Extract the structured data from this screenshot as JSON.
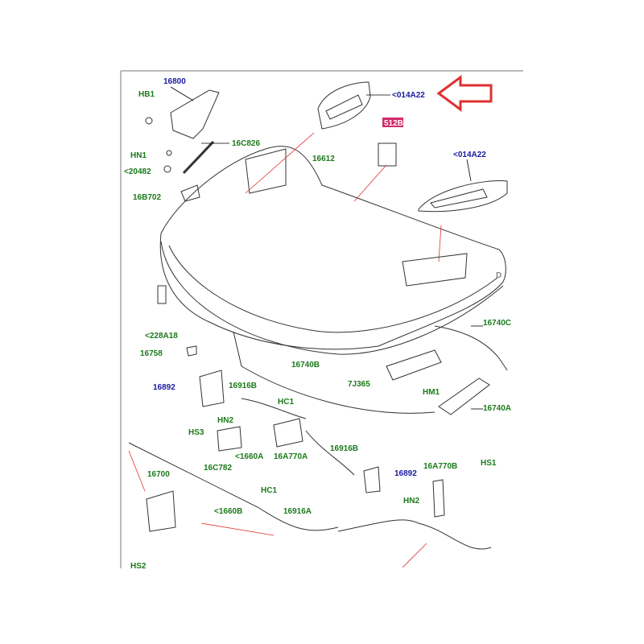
{
  "colors": {
    "blue_label": "#1a1aa0",
    "green_label": "#1b7a1b",
    "arrow": "#e03030",
    "highlight": "#d02a6a"
  },
  "labels": {
    "l_16800": "16800",
    "l_hb1": "HB1",
    "l_16c826": "16C826",
    "l_hn1_top": "HN1",
    "l_20482": "<20482",
    "l_16b702": "16B702",
    "l_014a22_top": "<014A22",
    "l_512b": "512B",
    "l_16612": "16612",
    "l_014a22_right": "<014A22",
    "l_d": "D",
    "l_228a18": "<228A18",
    "l_16758": "16758",
    "l_16740c": "16740C",
    "l_16740b": "16740B",
    "l_7j365": "7J365",
    "l_hm1": "HM1",
    "l_16740a": "16740A",
    "l_16892_top": "16892",
    "l_16916b_top": "16916B",
    "l_hc1_top": "HC1",
    "l_hn2_left": "HN2",
    "l_hs3": "HS3",
    "l_16c782": "16C782",
    "l_1660a": "<1660A",
    "l_16a770a": "16A770A",
    "l_16916b_mid": "16916B",
    "l_16892_mid": "16892",
    "l_16a770b": "16A770B",
    "l_hs1": "HS1",
    "l_hn2_right": "HN2",
    "l_16700": "16700",
    "l_hc1_bottom": "HC1",
    "l_1660b": "<1660B",
    "l_16916a": "16916A",
    "l_hs2": "HS2"
  }
}
